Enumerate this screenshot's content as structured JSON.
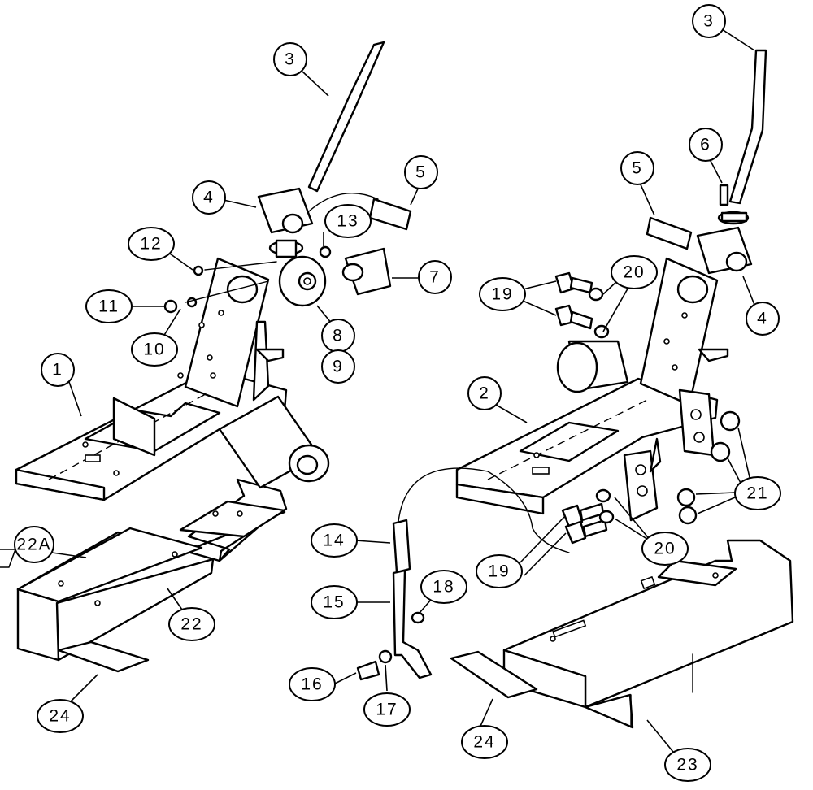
{
  "callouts": [
    {
      "id": "c1",
      "label": "1"
    },
    {
      "id": "c2",
      "label": "2"
    },
    {
      "id": "c3l",
      "label": "3"
    },
    {
      "id": "c3r",
      "label": "3"
    },
    {
      "id": "c4l",
      "label": "4"
    },
    {
      "id": "c4r",
      "label": "4"
    },
    {
      "id": "c5l",
      "label": "5"
    },
    {
      "id": "c5r",
      "label": "5"
    },
    {
      "id": "c6",
      "label": "6"
    },
    {
      "id": "c7",
      "label": "7"
    },
    {
      "id": "c8",
      "label": "8"
    },
    {
      "id": "c9",
      "label": "9"
    },
    {
      "id": "c10",
      "label": "10"
    },
    {
      "id": "c11",
      "label": "11"
    },
    {
      "id": "c12",
      "label": "12"
    },
    {
      "id": "c13",
      "label": "13"
    },
    {
      "id": "c14",
      "label": "14"
    },
    {
      "id": "c15",
      "label": "15"
    },
    {
      "id": "c16",
      "label": "16"
    },
    {
      "id": "c17",
      "label": "17"
    },
    {
      "id": "c18",
      "label": "18"
    },
    {
      "id": "c19a",
      "label": "19"
    },
    {
      "id": "c19b",
      "label": "19"
    },
    {
      "id": "c20a",
      "label": "20"
    },
    {
      "id": "c20b",
      "label": "20"
    },
    {
      "id": "c21",
      "label": "21"
    },
    {
      "id": "c22",
      "label": "22"
    },
    {
      "id": "c22a",
      "label": "22A"
    },
    {
      "id": "c23",
      "label": "23"
    },
    {
      "id": "c24l",
      "label": "24"
    },
    {
      "id": "c24r",
      "label": "24"
    }
  ]
}
